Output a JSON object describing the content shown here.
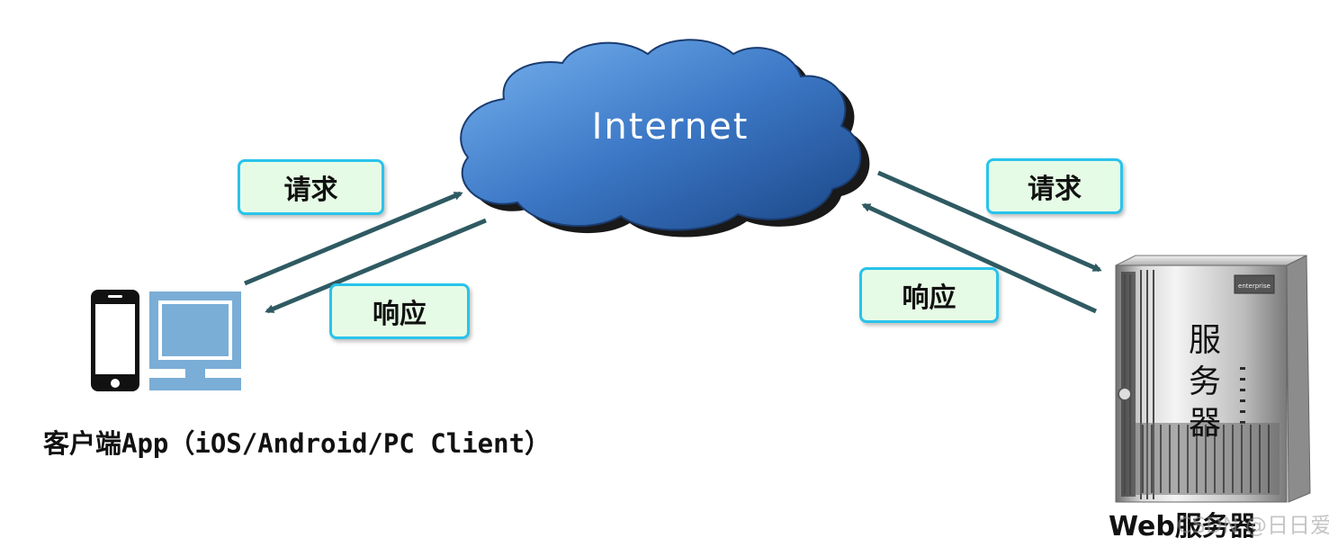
{
  "cloud": {
    "label": "Internet"
  },
  "client": {
    "caption": "客户端App（iOS/Android/PC Client）"
  },
  "server": {
    "caption": "Web服务器",
    "body_text": "服务器",
    "badge_text": "enterprise"
  },
  "left_labels": {
    "request": "请求",
    "response": "响应"
  },
  "right_labels": {
    "request": "请求",
    "response": "响应"
  },
  "watermark": "CSDN @日日爱学习",
  "colors": {
    "arrow": "#2f5a62",
    "label_border": "#29c3ea",
    "label_fill": "#e6fbe6",
    "cloud_light": "#6aa6e8",
    "cloud_dark": "#1d4d8c",
    "monitor_screen": "#7aaed6"
  }
}
